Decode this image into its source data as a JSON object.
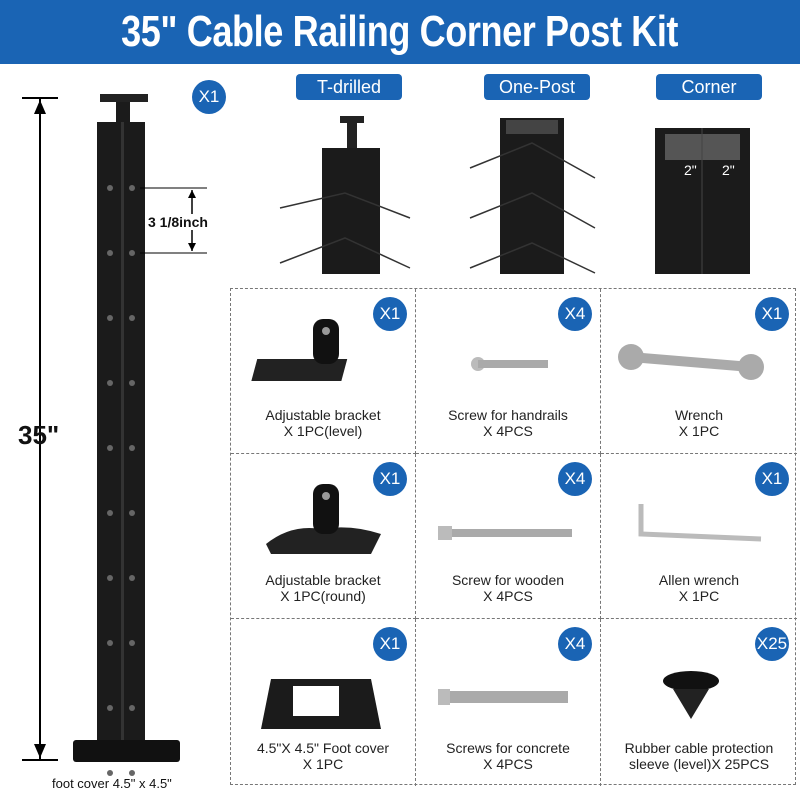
{
  "title": "35\" Cable Railing Corner Post Kit",
  "post": {
    "quantity": "X1",
    "height_label": "35\"",
    "spacing_label": "3 1/8inch",
    "foot_label": "foot cover 4.5\" x 4.5\""
  },
  "variants": [
    {
      "label": "T-drilled"
    },
    {
      "label": "One-Post"
    },
    {
      "label": "Corner",
      "dims": [
        "2\"",
        "2\""
      ]
    }
  ],
  "parts": [
    {
      "qty": "X1",
      "name": "Adjustable bracket",
      "count": "X 1PC(level)",
      "icon": "bracket-level-icon"
    },
    {
      "qty": "X4",
      "name": "Screw for handrails",
      "count": "X 4PCS",
      "icon": "screw-icon"
    },
    {
      "qty": "X1",
      "name": "Wrench",
      "count": "X 1PC",
      "icon": "wrench-icon"
    },
    {
      "qty": "X1",
      "name": "Adjustable bracket",
      "count": "X 1PC(round)",
      "icon": "bracket-round-icon"
    },
    {
      "qty": "X4",
      "name": "Screw for wooden",
      "count": "X 4PCS",
      "icon": "lag-screw-icon"
    },
    {
      "qty": "X1",
      "name": "Allen wrench",
      "count": "X 1PC",
      "icon": "allen-wrench-icon"
    },
    {
      "qty": "X1",
      "name": "4.5\"X 4.5\" Foot cover",
      "count": "X 1PC",
      "icon": "foot-cover-icon"
    },
    {
      "qty": "X4",
      "name": "Screws for concrete",
      "count": "X 4PCS",
      "icon": "anchor-bolt-icon"
    },
    {
      "qty": "X25",
      "name": "Rubber cable protection",
      "count": "sleeve (level)X 25PCS",
      "icon": "rubber-sleeve-icon"
    }
  ],
  "colors": {
    "brand": "#1a64b4",
    "post": "#1b1b1b"
  }
}
